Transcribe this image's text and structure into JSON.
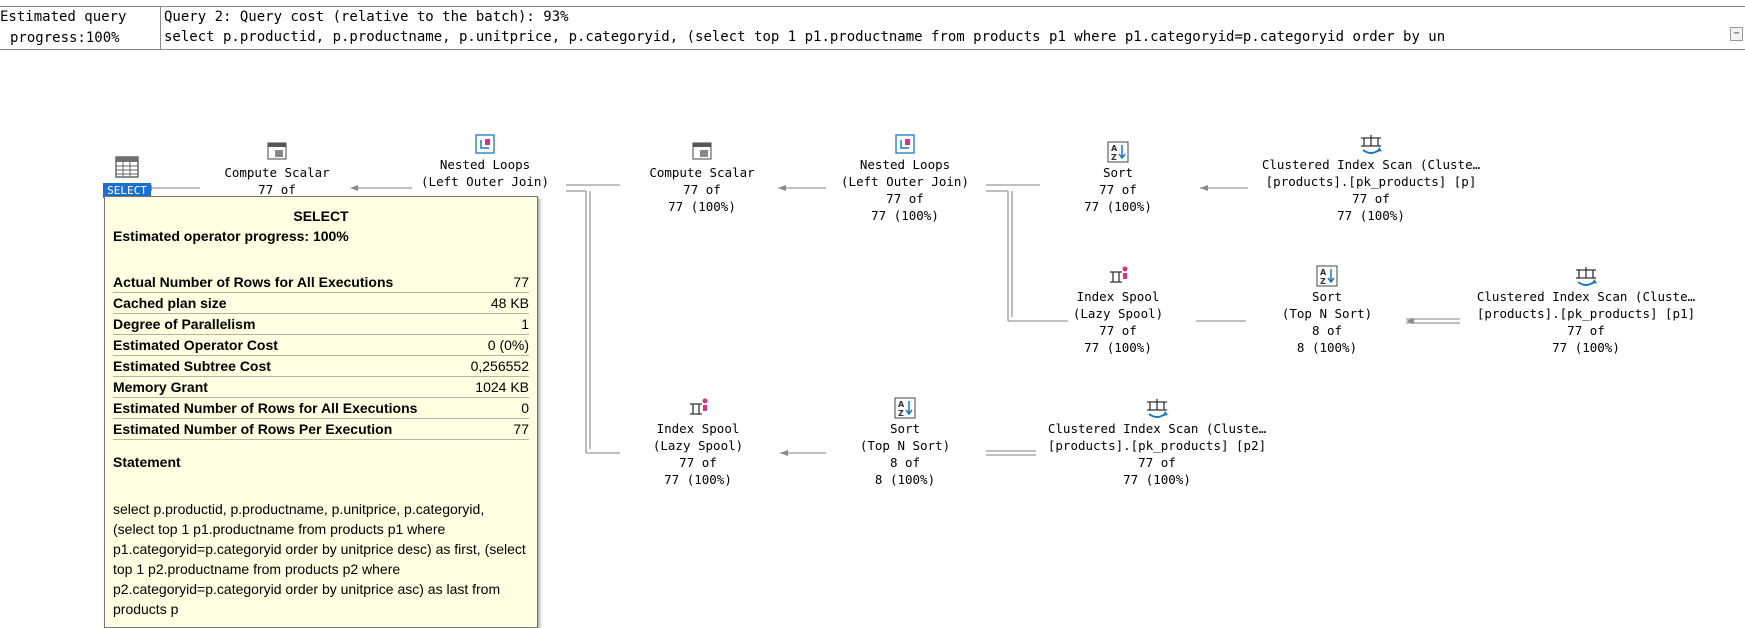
{
  "progress": {
    "line1": "Estimated query",
    "line2": "progress:100%"
  },
  "query": {
    "title": "Query 2: Query cost (relative to the batch): 93%",
    "text": "select p.productid, p.productname, p.unitprice, p.categoryid, (select top 1 p1.productname from products p1 where p1.categoryid=p.categoryid order by un"
  },
  "collapse_icon": "collapse-icon",
  "select": {
    "label": "SELECT",
    "icon": "table-icon"
  },
  "nodes": {
    "compute1": {
      "line1": "Compute Scalar",
      "line2": "77 of"
    },
    "nested1": {
      "line1": "Nested Loops",
      "line2": "(Left Outer Join)"
    },
    "compute2": {
      "line1": "Compute Scalar",
      "line2": "77 of",
      "line3": "77 (100%)"
    },
    "nested2": {
      "line1": "Nested Loops",
      "line2": "(Left Outer Join)",
      "line3": "77 of",
      "line4": "77 (100%)"
    },
    "sort1": {
      "line1": "Sort",
      "line2": "77 of",
      "line3": "77 (100%)"
    },
    "cis_p": {
      "line1": "Clustered Index Scan (Cluste…",
      "line2": "[products].[pk_products] [p]",
      "line3": "77 of",
      "line4": "77 (100%)"
    },
    "spool1": {
      "line1": "Index Spool",
      "line2": "(Lazy Spool)",
      "line3": "77 of",
      "line4": "77 (100%)"
    },
    "sort2": {
      "line1": "Sort",
      "line2": "(Top N Sort)",
      "line3": "8 of",
      "line4": "8 (100%)"
    },
    "cis_p1": {
      "line1": "Clustered Index Scan (Cluste…",
      "line2": "[products].[pk_products] [p1]",
      "line3": "77 of",
      "line4": "77 (100%)"
    },
    "spool2": {
      "line1": "Index Spool",
      "line2": "(Lazy Spool)",
      "line3": "77 of",
      "line4": "77 (100%)"
    },
    "sort3": {
      "line1": "Sort",
      "line2": "(Top N Sort)",
      "line3": "8 of",
      "line4": "8 (100%)"
    },
    "cis_p2": {
      "line1": "Clustered Index Scan (Cluste…",
      "line2": "[products].[pk_products] [p2]",
      "line3": "77 of",
      "line4": "77 (100%)"
    }
  },
  "tooltip": {
    "title": "SELECT",
    "progress": "Estimated operator progress: 100%",
    "rows": [
      {
        "k": "Actual Number of Rows for All Executions",
        "v": "77"
      },
      {
        "k": "Cached plan size",
        "v": "48 KB"
      },
      {
        "k": "Degree of Parallelism",
        "v": "1"
      },
      {
        "k": "Estimated Operator Cost",
        "v": "0 (0%)"
      },
      {
        "k": "Estimated Subtree Cost",
        "v": "0,256552"
      },
      {
        "k": "Memory Grant",
        "v": "1024 KB"
      },
      {
        "k": "Estimated Number of Rows for All Executions",
        "v": "0"
      },
      {
        "k": "Estimated Number of Rows Per Execution",
        "v": "77"
      }
    ],
    "statement_header": "Statement",
    "statement": "select p.productid, p.productname, p.unitprice, p.categoryid, (select top 1 p1.productname from products p1 where p1.categoryid=p.categoryid order by unitprice desc) as first, (select top 1 p2.productname from products p2 where p2.categoryid=p.categoryid order by unitprice asc) as last from products p"
  },
  "colors": {
    "selection": "#1a6fd1",
    "tooltip_bg": "#ffffe1",
    "icon_blue": "#1a78c2",
    "icon_pink": "#d63384"
  }
}
